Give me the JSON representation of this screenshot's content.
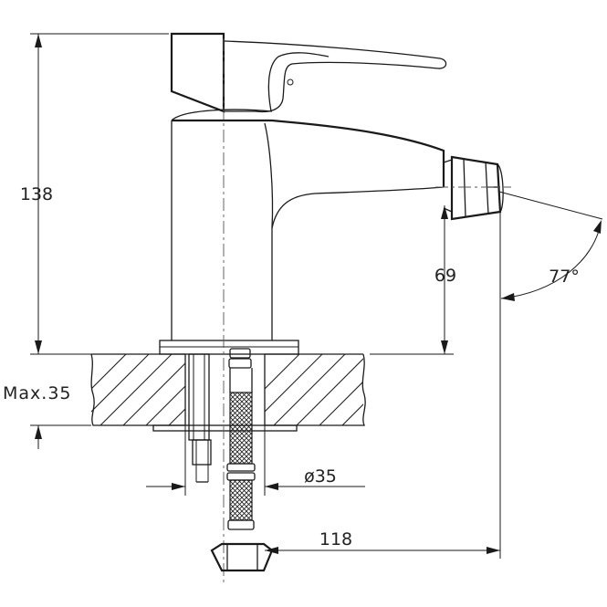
{
  "dimensions": {
    "height_total": "138",
    "spout_height": "69",
    "angle": "77°",
    "max_thickness": "Max.35",
    "hole_diameter": "ø35",
    "reach": "118"
  },
  "colors": {
    "line": "#1a1a1a",
    "background": "#ffffff"
  }
}
